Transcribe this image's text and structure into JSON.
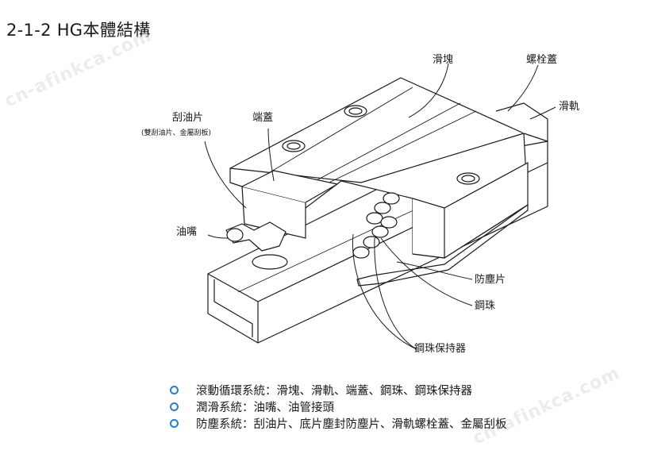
{
  "title": "2-1-2 HG本體結構",
  "labels": {
    "slider_block": "滑塊",
    "screw_cap": "螺栓蓋",
    "rail": "滑軌",
    "end_seal": "刮油片",
    "end_seal_note": "(雙刮油片、金屬刮板)",
    "end_cap": "端蓋",
    "grease_nipple": "油嘴",
    "dust_strip": "防塵片",
    "steel_ball": "鋼珠",
    "retainer": "鋼珠保持器"
  },
  "bullets": [
    "滾動循環系統：滑塊、滑軌、端蓋、鋼珠、鋼珠保持器",
    "潤滑系統：油嘴、油管接頭",
    "防塵系統：刮油片、底片塵封防塵片、滑軌螺栓蓋、金屬刮板"
  ],
  "watermark": "cn-afinkca.com",
  "colors": {
    "bullet": "#2a7fc1",
    "line": "#1a1a1a"
  }
}
